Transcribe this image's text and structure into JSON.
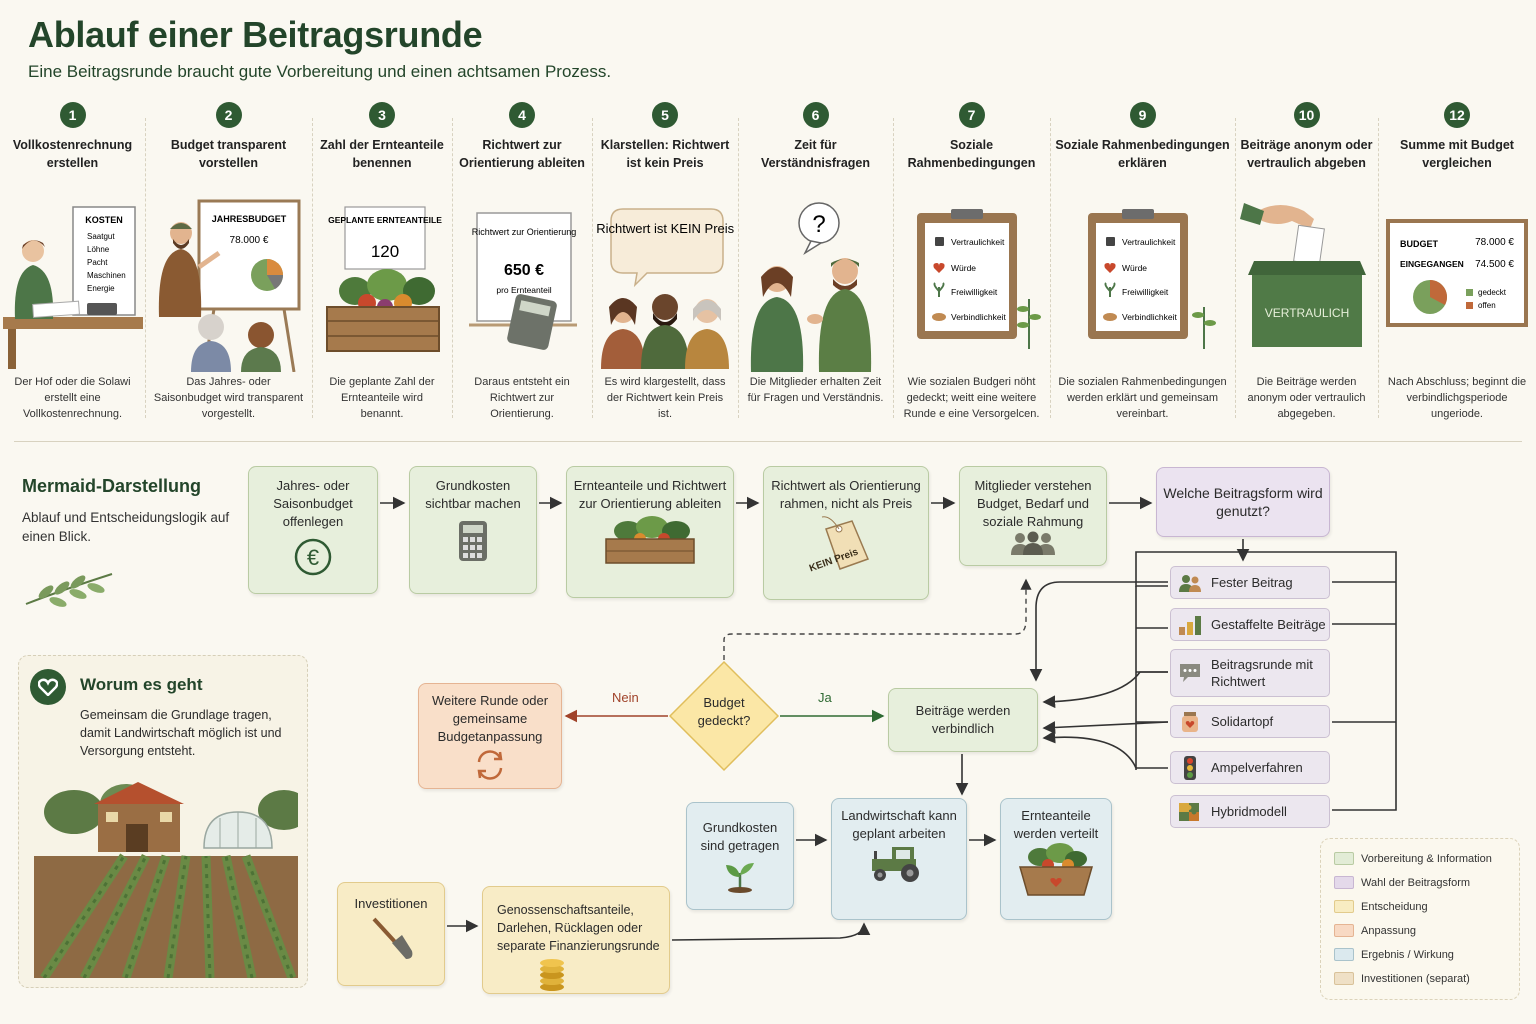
{
  "header": {
    "title": "Ablauf einer Beitragsrunde",
    "subtitle": "Eine Beitragsrunde braucht gute Vorbereitung und einen achtsamen Prozess."
  },
  "steps": [
    {
      "num": "1",
      "title": "Vollkostenrechnung erstellen",
      "desc": "Der Hof oder die Solawi erstellt eine Vollkostenrechnung.",
      "illu": {
        "heading": "KOSTEN",
        "items": [
          "Saatgut",
          "Löhne",
          "Pacht",
          "Maschinen",
          "Energie"
        ]
      }
    },
    {
      "num": "2",
      "title": "Budget transparent vorstellen",
      "desc": "Das Jahres- oder Saisonbudget wird transparent vorgestellt.",
      "illu": {
        "heading": "JAHRESBUDGET",
        "value": "78.000 €"
      }
    },
    {
      "num": "3",
      "title": "Zahl der Ernteanteile benennen",
      "desc": "Die geplante Zahl der Ernteanteile wird benannt.",
      "illu": {
        "heading": "GEPLANTE ERNTEANTEILE",
        "value": "120"
      }
    },
    {
      "num": "4",
      "title": "Richtwert zur Orientierung ableiten",
      "desc": "Daraus entsteht ein Richtwert zur Orientierung.",
      "illu": {
        "heading": "Richtwert zur Orientierung",
        "value": "650 €",
        "unit": "pro Ernteanteil"
      }
    },
    {
      "num": "5",
      "title": "Klarstellen: Richtwert ist kein Preis",
      "desc": "Es wird klargestellt, dass der Richtwert kein Preis ist.",
      "illu": {
        "bubble": "Richtwert ist KEIN Preis."
      }
    },
    {
      "num": "6",
      "title": "Zeit für Verständnisfragen",
      "desc": "Die Mitglieder erhalten Zeit für Fragen und Verständnis.",
      "illu": {
        "bubble": "?"
      }
    },
    {
      "num": "7",
      "title": "Soziale Rahmenbedingungen",
      "desc": "Wie sozialen Budgeri nöht gedeckt; weitt eine weitere Runde e eine Versorgelcen.",
      "illu": {
        "items": [
          "Vertraulichkeit",
          "Würde",
          "Freiwilligkeit",
          "Verbindlichkeit"
        ]
      }
    },
    {
      "num": "9",
      "title": "Soziale Rahmenbedingungen erklären",
      "desc": "Die sozialen Rahmenbedingungen werden erklärt und gemeinsam vereinbart.",
      "illu": {
        "items": [
          "Vertraulichkeit",
          "Würde",
          "Freiwilligkeit",
          "Verbindlichkeit"
        ]
      }
    },
    {
      "num": "10",
      "title": "Beiträge anonym oder vertraulich abgeben",
      "desc": "Die Beiträge werden anonym oder vertraulich abgegeben.",
      "illu": {
        "label": "VERTRAULICH"
      }
    },
    {
      "num": "12",
      "title": "Summe mit Budget vergleichen",
      "desc": "Nach Abschluss; beginnt die verbindlichgsperiode ungeriode.",
      "illu": {
        "row1_label": "BUDGET",
        "row1_value": "78.000 €",
        "row2_label": "EINGEGANGEN",
        "row2_value": "74.500 €",
        "legend": [
          "gedeckt",
          "offen"
        ]
      }
    }
  ],
  "intro": {
    "title": "Mermaid-Darstellung",
    "text": "Ablauf und Entscheidungslogik auf einen Blick."
  },
  "why": {
    "title": "Worum es geht",
    "text": "Gemeinsam die Grundlage tragen, damit Landwirtschaft möglich ist und Versorgung entsteht."
  },
  "flow": {
    "n1": "Jahres- oder Saisonbudget offenlegen",
    "n2": "Grundkosten sichtbar machen",
    "n3": "Ernteanteile und Richtwert zur Orientierung ableiten",
    "n4": "Richtwert als Orientierung rahmen, nicht als Preis",
    "n4_tag": "KEIN Preis",
    "n5": "Mitglieder verstehen Budget, Bedarf und soziale Rahmung",
    "n6": "Welche Beitragsform wird genutzt?",
    "options": [
      "Fester Beitrag",
      "Gestaffelte Beiträge",
      "Beitragsrunde mit Richtwert",
      "Solidartopf",
      "Ampelverfahren",
      "Hybridmodell"
    ],
    "decision": "Budget gedeckt?",
    "no_label": "Nein",
    "yes_label": "Ja",
    "retry": "Weitere Runde oder gemeinsame Budgetanpassung",
    "binding": "Beiträge werden verbindlich",
    "costs_covered": "Grundkosten sind getragen",
    "farming": "Landwirtschaft kann geplant arbeiten",
    "distributed": "Ernteanteile werden verteilt",
    "investments": "Investitionen",
    "financing": "Genossenschaftsanteile, Darlehen, Rücklagen oder separate Finanzierungsrunde"
  },
  "legend": [
    {
      "label": "Vorbereitung & Information",
      "color": "#e2ecd6"
    },
    {
      "label": "Wahl der Beitragsform",
      "color": "#e4d9ea"
    },
    {
      "label": "Entscheidung",
      "color": "#f8ecc2"
    },
    {
      "label": "Anpassung",
      "color": "#f8d9c3"
    },
    {
      "label": "Ergebnis / Wirkung",
      "color": "#dbe9ee"
    },
    {
      "label": "Investitionen (separat)",
      "color": "#efe0c6"
    }
  ],
  "colors": {
    "accent": "#2f5a33",
    "arrow": "#333333",
    "no": "#a0432a",
    "yes": "#2f6a33"
  }
}
